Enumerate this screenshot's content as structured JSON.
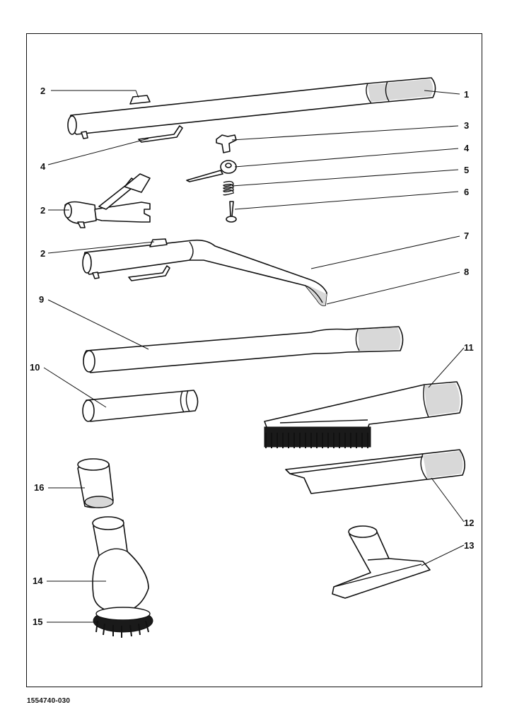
{
  "drawing": {
    "code": "1554740-030",
    "callouts": {
      "c1": "1",
      "c2a": "2",
      "c2b": "2",
      "c2c": "2",
      "c3": "3",
      "c4a": "4",
      "c4b": "4",
      "c5": "5",
      "c6": "6",
      "c7": "7",
      "c8": "8",
      "c9": "9",
      "c10": "10",
      "c11": "11",
      "c12": "12",
      "c13": "13",
      "c14": "14",
      "c15": "15",
      "c16": "16"
    }
  }
}
